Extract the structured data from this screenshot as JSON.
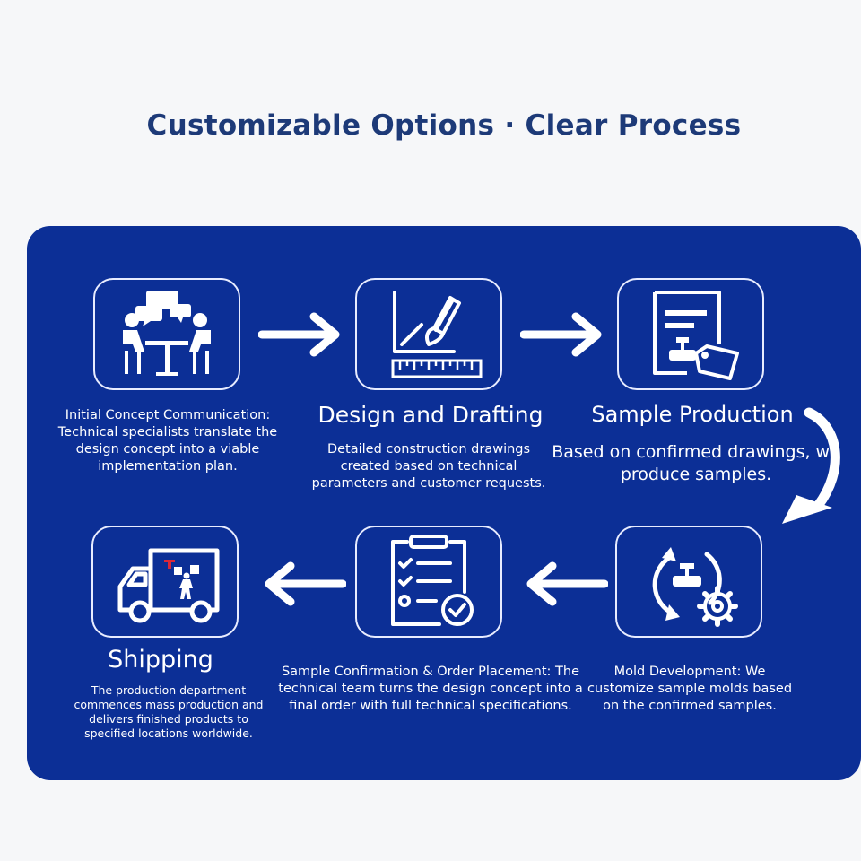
{
  "title": "Customizable Options · Clear Process",
  "colors": {
    "title": "#1d3a78",
    "panel": "#0c2f96",
    "foreground": "#ffffff",
    "accent_red": "#d9283a"
  },
  "steps": [
    {
      "icon": "meeting-icon",
      "description": "Initial Concept Communication: Technical specialists translate the design concept into a viable implementation plan."
    },
    {
      "icon": "drafting-icon",
      "title": "Design and Drafting",
      "description": "Detailed construction drawings created based on technical parameters and customer requests."
    },
    {
      "icon": "sample-document-icon",
      "title": "Sample Production",
      "description": "Based on confirmed drawings, we produce samples."
    },
    {
      "icon": "mold-gear-icon",
      "description": "Mold Development: We customize sample molds based on the confirmed samples."
    },
    {
      "icon": "checklist-icon",
      "description": "Sample Confirmation & Order Placement: The technical team turns the design concept into a final order with full technical specifications."
    },
    {
      "icon": "delivery-truck-icon",
      "title": "Shipping",
      "description": "The production department commences mass production and delivers finished products to specified locations worldwide."
    }
  ]
}
